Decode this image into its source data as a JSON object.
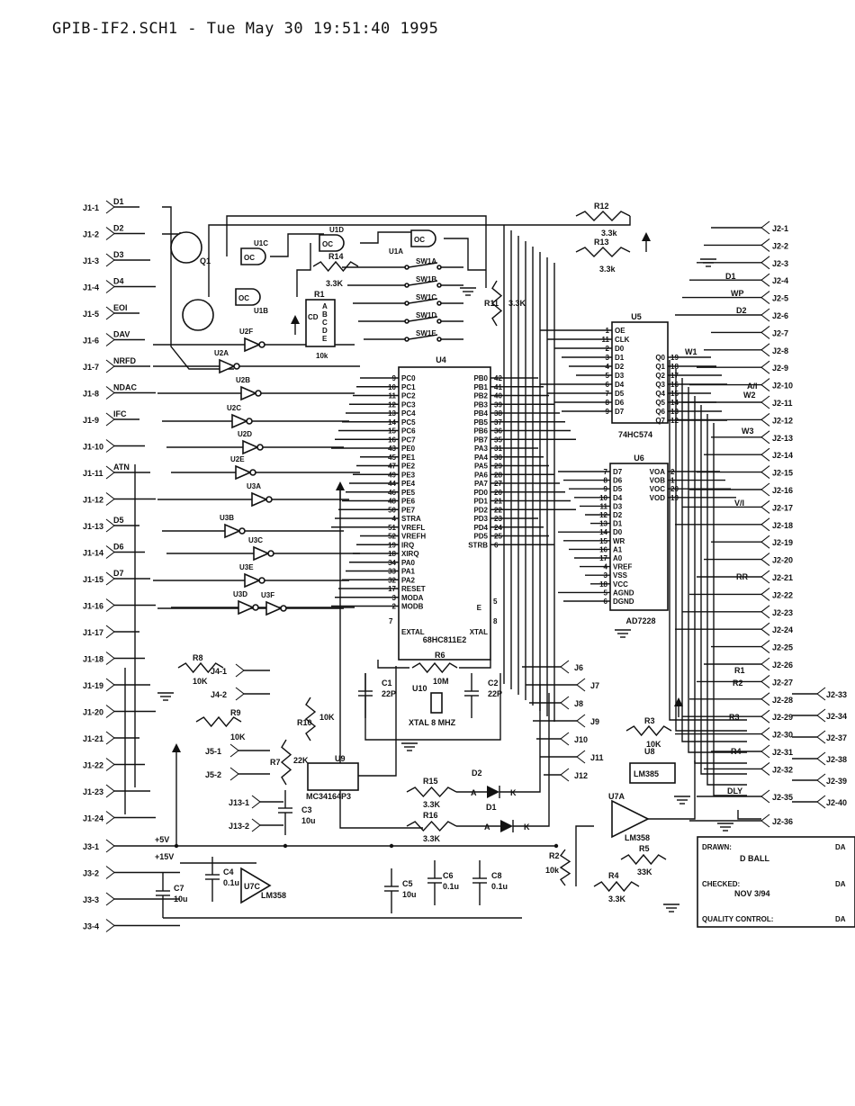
{
  "header": {
    "title": "GPIB-IF2.SCH1 - Tue May 30 19:51:40 1995"
  },
  "connectors": {
    "j1": [
      "J1-1",
      "J1-2",
      "J1-3",
      "J1-4",
      "J1-5",
      "J1-6",
      "J1-7",
      "J1-8",
      "J1-9",
      "J1-10",
      "J1-11",
      "J1-12",
      "J1-13",
      "J1-14",
      "J1-15",
      "J1-16",
      "J1-17",
      "J1-18",
      "J1-19",
      "J1-20",
      "J1-21",
      "J1-22",
      "J1-23",
      "J1-24"
    ],
    "j1_signals": [
      "D1",
      "D2",
      "D3",
      "D4",
      "EOI",
      "DAV",
      "NRFD",
      "NDAC",
      "IFC",
      "",
      "ATN",
      "",
      "D5",
      "D6",
      "D7",
      "",
      "",
      "",
      "",
      "",
      "",
      "",
      "",
      ""
    ],
    "j2": [
      "J2-1",
      "J2-2",
      "J2-3",
      "J2-4",
      "J2-5",
      "J2-6",
      "J2-7",
      "J2-8",
      "J2-9",
      "J2-10",
      "J2-11",
      "J2-12",
      "J2-13",
      "J2-14",
      "J2-15",
      "J2-16",
      "J2-17",
      "J2-18",
      "J2-19",
      "J2-20",
      "J2-21",
      "J2-22",
      "J2-23",
      "J2-24",
      "J2-25",
      "J2-26",
      "J2-27",
      "J2-28",
      "J2-29",
      "J2-30",
      "J2-31",
      "J2-32",
      "J2-35",
      "J2-36"
    ],
    "j2_right": [
      "J2-33",
      "J2-34",
      "J2-37",
      "J2-38",
      "J2-39",
      "J2-40"
    ],
    "j2_signals": [
      "D1",
      "WP",
      "D2",
      "W1",
      "A/I",
      "W2",
      "W3",
      "V/I",
      "RR",
      "R1",
      "R2",
      "R3",
      "R4",
      "DLY"
    ],
    "j3": [
      "J3-1",
      "J3-2",
      "J3-3",
      "J3-4"
    ],
    "j3_signals": [
      "+5V",
      "+15V"
    ],
    "j4": [
      "J4-1",
      "J4-2"
    ],
    "j5": [
      "J5-1",
      "J5-2"
    ],
    "j13": [
      "J13-1",
      "J13-2"
    ],
    "jacks": [
      "J6",
      "J7",
      "J8",
      "J9",
      "J10",
      "J11",
      "J12"
    ]
  },
  "u4": {
    "ref": "U4",
    "name": "68HC811E2",
    "left_pins": [
      "PC0",
      "PC1",
      "PC2",
      "PC3",
      "PC4",
      "PC5",
      "PC6",
      "PC7",
      "PE0",
      "PE1",
      "PE2",
      "PE3",
      "PE4",
      "PE5",
      "PE6",
      "PE7",
      "STRA",
      "VREFL",
      "VREFH",
      "IRQ",
      "XIRQ",
      "PA0",
      "PA1",
      "PA2",
      "RESET",
      "MODA",
      "MODB"
    ],
    "left_nums": [
      "9",
      "10",
      "11",
      "12",
      "13",
      "14",
      "15",
      "16",
      "43",
      "45",
      "47",
      "49",
      "44",
      "46",
      "48",
      "50",
      "4",
      "51",
      "52",
      "19",
      "18",
      "34",
      "33",
      "32",
      "17",
      "3",
      "2"
    ],
    "right_pins": [
      "PB0",
      "PB1",
      "PB2",
      "PB3",
      "PB4",
      "PB5",
      "PB6",
      "PB7",
      "PA3",
      "PA4",
      "PA5",
      "PA6",
      "PA7",
      "PD0",
      "PD1",
      "PD2",
      "PD3",
      "PD4",
      "PD5",
      "STRB"
    ],
    "right_nums": [
      "42",
      "41",
      "40",
      "39",
      "38",
      "37",
      "36",
      "35",
      "31",
      "30",
      "29",
      "28",
      "27",
      "20",
      "21",
      "22",
      "23",
      "24",
      "25",
      "6"
    ],
    "bottom": [
      "EXTAL",
      "XTAL",
      "E"
    ],
    "bottom_nums": [
      "7",
      "8",
      "5"
    ]
  },
  "u5": {
    "ref": "U5",
    "name": "74HC574",
    "left_pins": [
      "OE",
      "CLK",
      "D0",
      "D1",
      "D2",
      "D3",
      "D4",
      "D5",
      "D6",
      "D7"
    ],
    "left_nums": [
      "1",
      "11",
      "2",
      "3",
      "4",
      "5",
      "6",
      "7",
      "8",
      "9"
    ],
    "right_pins": [
      "Q0",
      "Q1",
      "Q2",
      "Q3",
      "Q4",
      "Q5",
      "Q6",
      "Q7"
    ],
    "right_nums": [
      "19",
      "18",
      "17",
      "16",
      "15",
      "14",
      "13",
      "12"
    ]
  },
  "u6": {
    "ref": "U6",
    "name": "AD7228",
    "left_pins": [
      "D7",
      "D6",
      "D5",
      "D4",
      "D3",
      "D2",
      "D1",
      "D0",
      "WR",
      "A1",
      "A0",
      "VREF",
      "VSS",
      "VCC",
      "AGND",
      "DGND"
    ],
    "left_nums": [
      "7",
      "8",
      "9",
      "10",
      "11",
      "12",
      "13",
      "14",
      "15",
      "16",
      "17",
      "4",
      "3",
      "18",
      "5",
      "6"
    ],
    "right_pins": [
      "VOA",
      "VOB",
      "VOC",
      "VOD"
    ],
    "right_nums": [
      "2",
      "1",
      "20",
      "19"
    ]
  },
  "u1": {
    "ref": "U1",
    "name": "U1A",
    "sections": [
      "U1A",
      "U1B",
      "U1C",
      "U1D"
    ]
  },
  "gates": [
    "U2A",
    "U2B",
    "U2C",
    "U2D",
    "U2E",
    "U2F",
    "U3A",
    "U3B",
    "U3C",
    "U3D",
    "U3E",
    "U3F"
  ],
  "switches": [
    "SW1A",
    "SW1B",
    "SW1C",
    "SW1D",
    "SW1E"
  ],
  "r1": {
    "ref": "R1",
    "value": "10k",
    "pins": [
      "CD",
      "A",
      "B",
      "C",
      "D",
      "E"
    ]
  },
  "u9": {
    "ref": "U9",
    "name": "MC34164P3"
  },
  "u10": {
    "ref": "U10",
    "value": "XTAL 8 MHZ"
  },
  "u7": {
    "refs": [
      "U7A",
      "U7C"
    ],
    "name": "LM358"
  },
  "u8": {
    "ref": "U8",
    "name": "LM385"
  },
  "resistors": [
    {
      "ref": "R12",
      "value": "3.3k"
    },
    {
      "ref": "R13",
      "value": "3.3k"
    },
    {
      "ref": "R14",
      "value": "3.3K"
    },
    {
      "ref": "R11",
      "value": "3.3K"
    },
    {
      "ref": "R8",
      "value": "10K"
    },
    {
      "ref": "R9",
      "value": "10K"
    },
    {
      "ref": "R10",
      "value": "10K"
    },
    {
      "ref": "R7",
      "value": "22K"
    },
    {
      "ref": "R6",
      "value": "10M"
    },
    {
      "ref": "R15",
      "value": "3.3K"
    },
    {
      "ref": "R16",
      "value": "3.3K"
    },
    {
      "ref": "R3",
      "value": "10K"
    },
    {
      "ref": "R5",
      "value": "33K"
    },
    {
      "ref": "R4",
      "value": "3.3K"
    },
    {
      "ref": "R2",
      "value": "10k"
    }
  ],
  "capacitors": [
    {
      "ref": "C1",
      "value": "22P"
    },
    {
      "ref": "C2",
      "value": "22P"
    },
    {
      "ref": "C3",
      "value": "10u"
    },
    {
      "ref": "C4",
      "value": "0.1u"
    },
    {
      "ref": "C5",
      "value": "10u"
    },
    {
      "ref": "C6",
      "value": "0.1u"
    },
    {
      "ref": "C7",
      "value": "10u"
    },
    {
      "ref": "C8",
      "value": "0.1u"
    }
  ],
  "leds": [
    "D1",
    "D2"
  ],
  "transistors": [
    "Q1"
  ],
  "misc_labels": {
    "oc": "OC",
    "a": "A",
    "k": "K",
    "plus5": "+5V",
    "plus15": "+15V"
  },
  "title_block": {
    "drawn_label": "DRAWN:",
    "drawn_value": "D BALL",
    "checked_label": "CHECKED:",
    "checked_value": "NOV 3/94",
    "qc_label": "QUALITY CONTROL:",
    "date_col": [
      "DA",
      "DA",
      "DA"
    ]
  }
}
